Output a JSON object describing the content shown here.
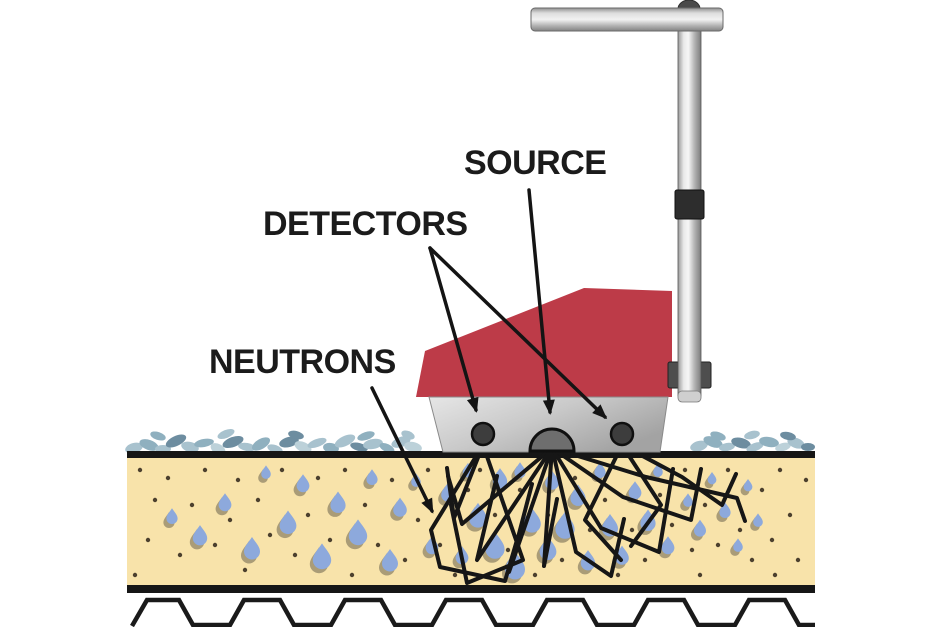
{
  "diagram": {
    "labels": {
      "source": "SOURCE",
      "detectors": "DETECTORS",
      "neutrons": "NEUTRONS"
    },
    "colors": {
      "gauge-red": "#bd3b48",
      "insulation-tan": "#f8e3aa",
      "droplet-blue": "#8da9dc",
      "line-black": "#161616"
    }
  }
}
